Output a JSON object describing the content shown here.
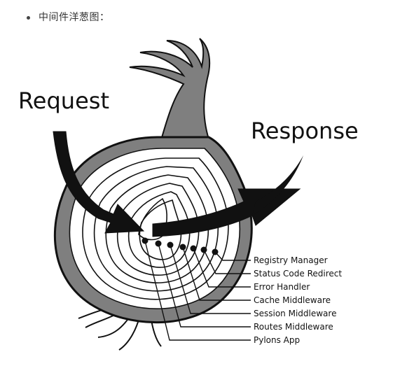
{
  "bullet": {
    "text": "中间件洋葱图："
  },
  "diagram": {
    "request_label": "Request",
    "response_label": "Response",
    "layers": [
      "Registry Manager",
      "Status Code Redirect",
      "Error Handler",
      "Cache Middleware",
      "Session Middleware",
      "Routes Middleware",
      "Pylons App"
    ],
    "colors": {
      "skin": "#7f7f7f",
      "ink": "#111111",
      "flesh": "#ffffff"
    }
  }
}
